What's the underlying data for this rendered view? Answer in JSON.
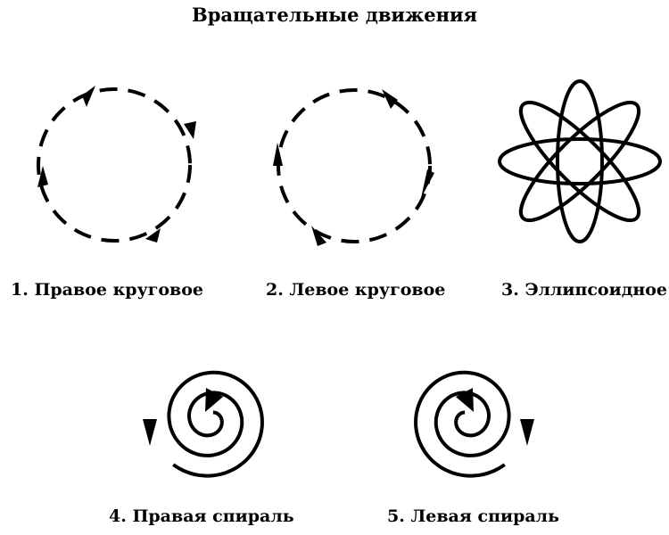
{
  "title": "Вращательные движения",
  "figures": [
    {
      "label": "1. Правое круговое",
      "icon": "clockwise-dashed-circle-icon"
    },
    {
      "label": "2. Левое круговое",
      "icon": "counterclockwise-dashed-circle-icon"
    },
    {
      "label": "3. Эллипсоидное",
      "icon": "four-ellipse-flower-icon"
    },
    {
      "label": "4. Правая спираль",
      "icon": "right-spiral-icon"
    },
    {
      "label": "5. Левая спираль",
      "icon": "left-spiral-icon"
    }
  ],
  "colors": {
    "ink": "#000000",
    "background": "#ffffff"
  }
}
